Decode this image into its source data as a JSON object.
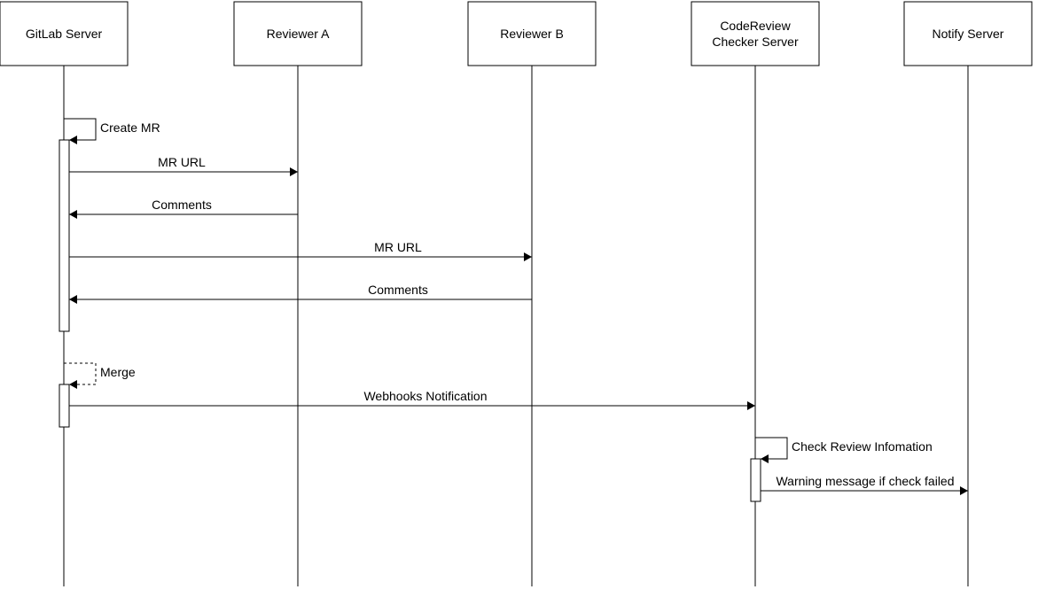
{
  "participants": [
    {
      "id": "gitlab",
      "label_lines": [
        "GitLab Server"
      ]
    },
    {
      "id": "reviewer_a",
      "label_lines": [
        "Reviewer A"
      ]
    },
    {
      "id": "reviewer_b",
      "label_lines": [
        "Reviewer B"
      ]
    },
    {
      "id": "checker",
      "label_lines": [
        "CodeReview",
        "Checker Server"
      ]
    },
    {
      "id": "notify",
      "label_lines": [
        "Notify Server"
      ]
    }
  ],
  "messages": [
    {
      "id": "create_mr",
      "from": "gitlab",
      "to": "gitlab",
      "label": "Create MR",
      "style": "solid"
    },
    {
      "id": "mr_url_a",
      "from": "gitlab",
      "to": "reviewer_a",
      "label": "MR URL",
      "style": "solid"
    },
    {
      "id": "comments_a",
      "from": "reviewer_a",
      "to": "gitlab",
      "label": "Comments",
      "style": "solid"
    },
    {
      "id": "mr_url_b",
      "from": "gitlab",
      "to": "reviewer_b",
      "label": "MR URL",
      "style": "solid"
    },
    {
      "id": "comments_b",
      "from": "reviewer_b",
      "to": "gitlab",
      "label": "Comments",
      "style": "solid"
    },
    {
      "id": "merge",
      "from": "gitlab",
      "to": "gitlab",
      "label": "Merge",
      "style": "dashed"
    },
    {
      "id": "webhooks",
      "from": "gitlab",
      "to": "checker",
      "label": "Webhooks Notification",
      "style": "solid"
    },
    {
      "id": "check_review",
      "from": "checker",
      "to": "checker",
      "label": "Check Review Infomation",
      "style": "solid"
    },
    {
      "id": "warning",
      "from": "checker",
      "to": "notify",
      "label": "Warning message if check failed",
      "style": "solid"
    }
  ],
  "activations": [
    {
      "id": "gitlab_review",
      "participant": "gitlab"
    },
    {
      "id": "gitlab_merge",
      "participant": "gitlab"
    },
    {
      "id": "checker_check",
      "participant": "checker"
    }
  ]
}
